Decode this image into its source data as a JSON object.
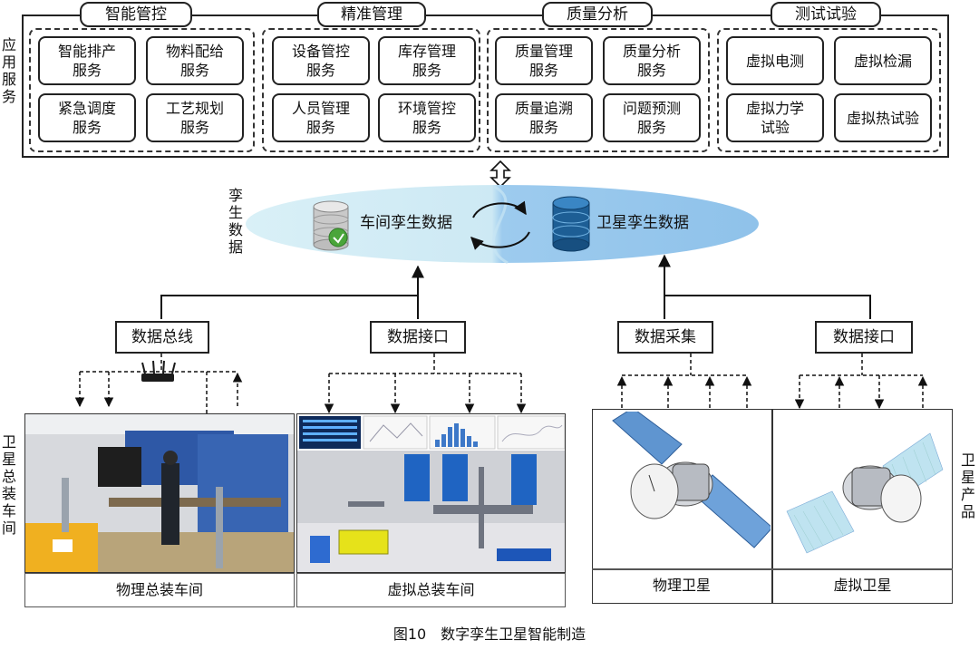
{
  "figure_caption": "图10　数字孪生卫星智能制造",
  "side_labels": {
    "application_services": "应用服务",
    "twin_data": "孪生数据",
    "satellite_assembly_workshop": "卫星总装车间",
    "satellite_product": "卫星产品"
  },
  "service_groups": [
    {
      "title": "智能管控",
      "services": [
        "智能排产\n服务",
        "物料配给\n服务",
        "紧急调度\n服务",
        "工艺规划\n服务"
      ]
    },
    {
      "title": "精准管理",
      "services": [
        "设备管控\n服务",
        "库存管理\n服务",
        "人员管理\n服务",
        "环境管控\n服务"
      ]
    },
    {
      "title": "质量分析",
      "services": [
        "质量管理\n服务",
        "质量分析\n服务",
        "质量追溯\n服务",
        "问题预测\n服务"
      ]
    },
    {
      "title": "测试试验",
      "services": [
        "虚拟电测",
        "虚拟检漏",
        "虚拟力学\n试验",
        "虚拟热试验"
      ]
    }
  ],
  "twin_data": {
    "workshop_data": "车间孪生数据",
    "satellite_data": "卫星孪生数据"
  },
  "interfaces": {
    "data_bus": "数据总线",
    "data_interface_left": "数据接口",
    "data_collection": "数据采集",
    "data_interface_right": "数据接口"
  },
  "captions": {
    "physical_workshop": "物理总装车间",
    "virtual_workshop": "虚拟总装车间",
    "physical_satellite": "物理卫星",
    "virtual_satellite": "虚拟卫星"
  },
  "colors": {
    "ellipse_left": "#d6eef6",
    "ellipse_right": "#8fc4ea",
    "panel_blue": "#4f86c6"
  }
}
